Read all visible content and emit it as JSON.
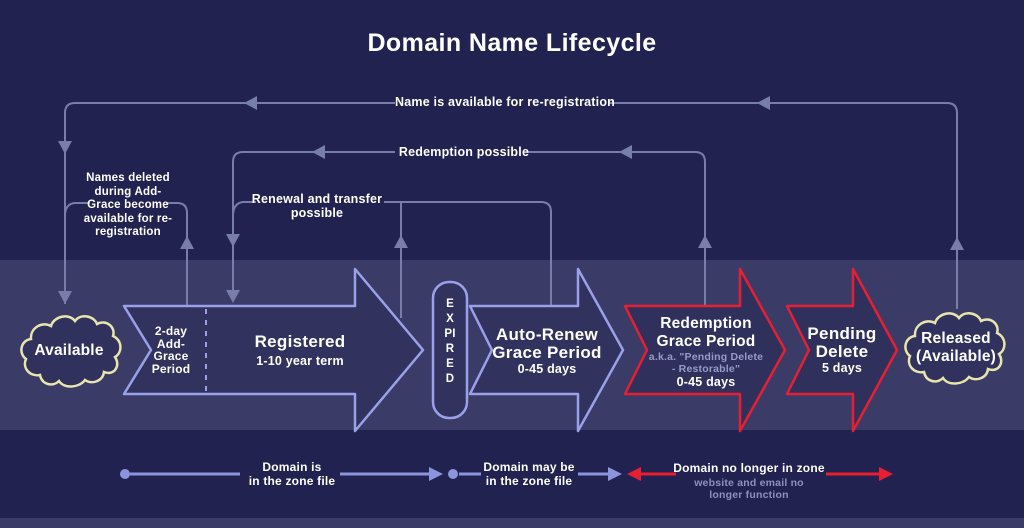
{
  "title": "Domain Name Lifecycle",
  "colors": {
    "background": "#222250",
    "band": "#3b3b68",
    "arrow_blue": "#9aa1e8",
    "arrow_red": "#e81f31",
    "flow_line_gray": "#787da9",
    "cloud_outline_yellow": "#e9e5ad",
    "legend_blue": "#8d94de",
    "muted_text": "#979bc9",
    "text": "#ffffff"
  },
  "flow_labels": {
    "reregistration": "Name is available for re-registration",
    "redemption_possible": "Redemption possible",
    "renewal": "Renewal and transfer\npossible",
    "names_deleted": "Names deleted\nduring Add-\nGrace become\navailable for re-\nregistration"
  },
  "stages": {
    "available": {
      "label": "Available"
    },
    "add_grace": {
      "label": "2-day\nAdd-\nGrace\nPeriod"
    },
    "registered": {
      "title": "Registered",
      "subtitle": "1-10 year term"
    },
    "expired": {
      "label": "EXPIRED"
    },
    "auto_renew": {
      "title": "Auto-Renew\nGrace Period",
      "subtitle": "0-45 days"
    },
    "redemption": {
      "title": "Redemption\nGrace Period",
      "aka": "a.k.a. \"Pending Delete\n- Restorable\"",
      "subtitle": "0-45 days"
    },
    "pending_delete": {
      "title": "Pending\nDelete",
      "subtitle": "5 days"
    },
    "released": {
      "label": "Released\n(Available)"
    }
  },
  "legend": {
    "in_zone": "Domain is\nin the  zone file",
    "maybe_in_zone": "Domain may be\nin the zone file",
    "not_in_zone": "Domain no longer in zone",
    "not_in_zone_sub": "website and email no\nlonger function"
  }
}
